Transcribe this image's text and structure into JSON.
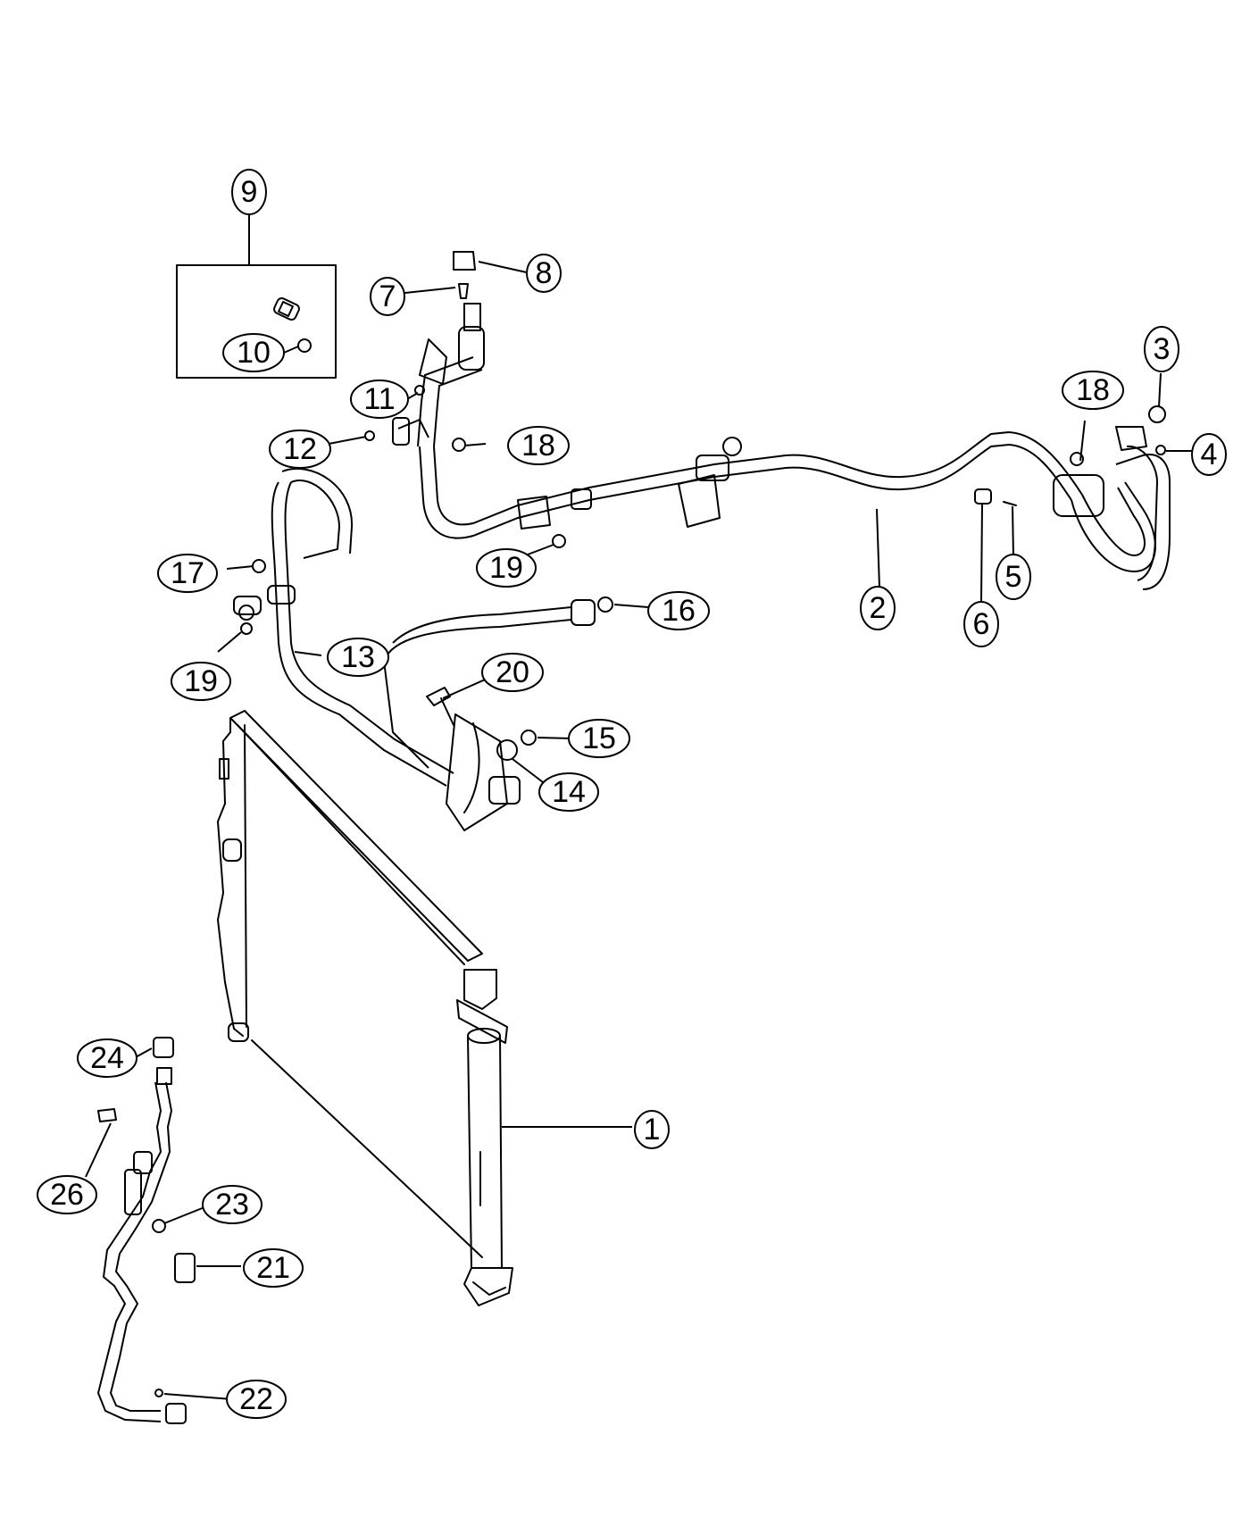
{
  "diagram": {
    "callouts": [
      {
        "id": "c1",
        "label": "1"
      },
      {
        "id": "c2",
        "label": "2"
      },
      {
        "id": "c3",
        "label": "3"
      },
      {
        "id": "c4",
        "label": "4"
      },
      {
        "id": "c5",
        "label": "5"
      },
      {
        "id": "c6",
        "label": "6"
      },
      {
        "id": "c7",
        "label": "7"
      },
      {
        "id": "c8",
        "label": "8"
      },
      {
        "id": "c9",
        "label": "9"
      },
      {
        "id": "c10",
        "label": "10"
      },
      {
        "id": "c11",
        "label": "11"
      },
      {
        "id": "c12",
        "label": "12"
      },
      {
        "id": "c13",
        "label": "13"
      },
      {
        "id": "c14",
        "label": "14"
      },
      {
        "id": "c15",
        "label": "15"
      },
      {
        "id": "c16",
        "label": "16"
      },
      {
        "id": "c17",
        "label": "17"
      },
      {
        "id": "c18a",
        "label": "18"
      },
      {
        "id": "c18b",
        "label": "18"
      },
      {
        "id": "c19a",
        "label": "19"
      },
      {
        "id": "c19b",
        "label": "19"
      },
      {
        "id": "c20",
        "label": "20"
      },
      {
        "id": "c21",
        "label": "21"
      },
      {
        "id": "c22",
        "label": "22"
      },
      {
        "id": "c23",
        "label": "23"
      },
      {
        "id": "c24",
        "label": "24"
      },
      {
        "id": "c26",
        "label": "26"
      }
    ]
  }
}
